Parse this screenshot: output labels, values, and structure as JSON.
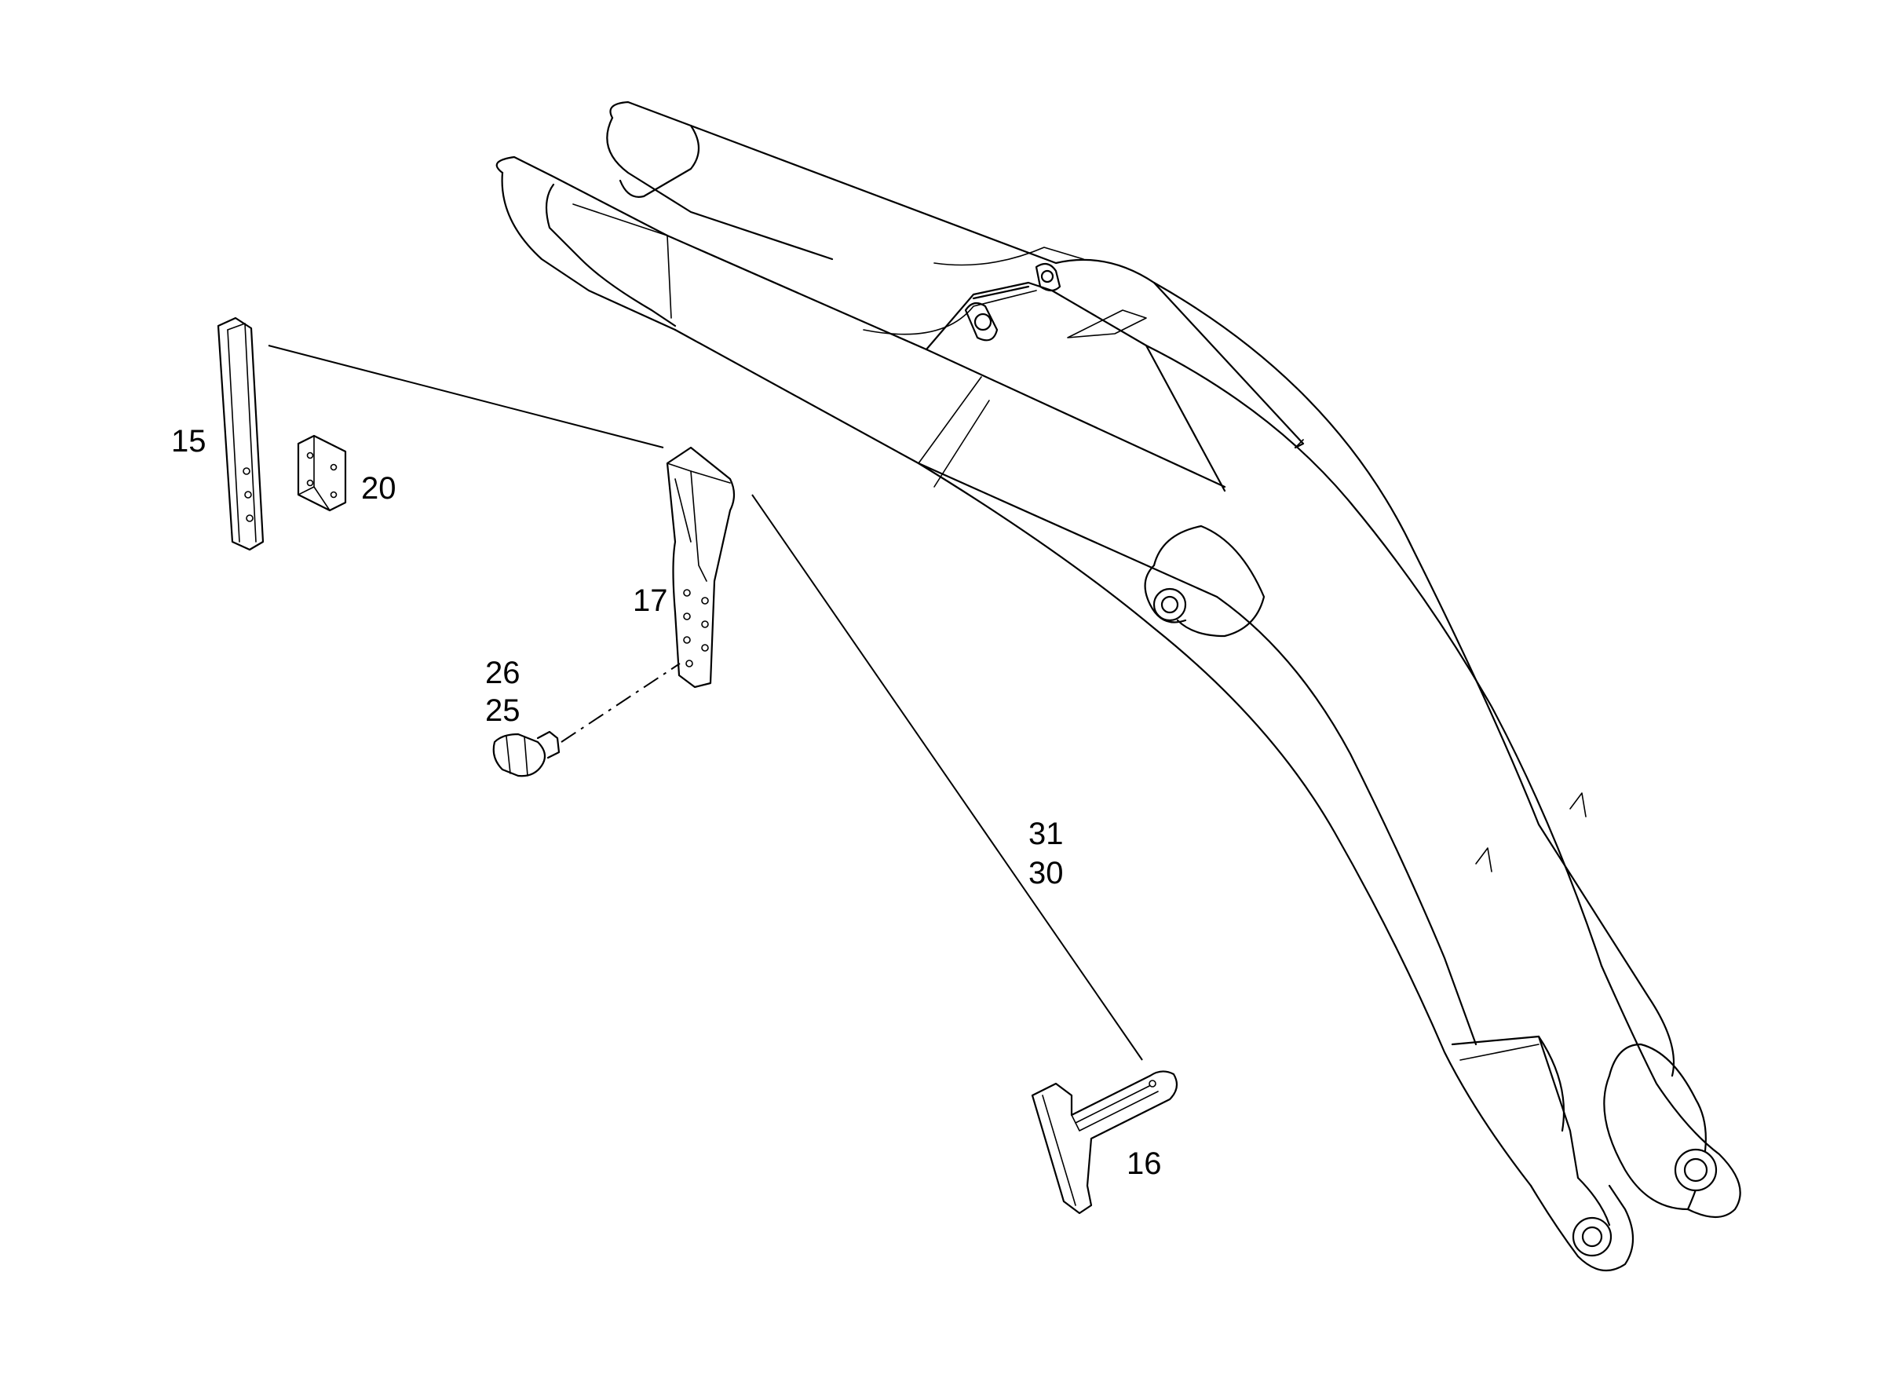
{
  "callouts": {
    "c15": "15",
    "c20": "20",
    "c17": "17",
    "c26": "26",
    "c25": "25",
    "c31": "31",
    "c30": "30",
    "c16": "16"
  },
  "colors": {
    "line": "#000000",
    "background": "#ffffff"
  }
}
